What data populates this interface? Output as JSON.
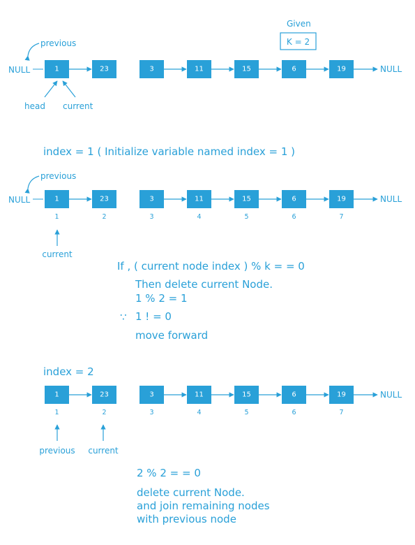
{
  "colors": {
    "accent": "#29a0d8",
    "node_fill": "#29a0d8",
    "node_text": "#ffffff"
  },
  "null_label": "NULL",
  "nodes": [
    "1",
    "23",
    "3",
    "11",
    "15",
    "6",
    "19"
  ],
  "indices": [
    "1",
    "2",
    "3",
    "4",
    "5",
    "6",
    "7"
  ],
  "section1": {
    "given_label": "Given",
    "given_value": "K = 2",
    "previous_label": "previous",
    "head_label": "head",
    "current_label": "current"
  },
  "section2": {
    "title": "index = 1 ( Initialize variable named index = 1 )",
    "previous_label": "previous",
    "current_label": "current",
    "condition": "If ,  ( current node index ) % k  = =  0",
    "then_line": "Then delete current Node.",
    "calc": "1  %  2  =  1",
    "because_symbol": "∵",
    "because_line": "1 !   =  0",
    "action": "move forward"
  },
  "section3": {
    "title": "index  =  2",
    "previous_label": "previous",
    "current_label": "current",
    "calc": "2  %  2  = =  0",
    "action_lines": [
      "delete current Node.",
      "and join remaining nodes",
      "with previous node"
    ]
  }
}
